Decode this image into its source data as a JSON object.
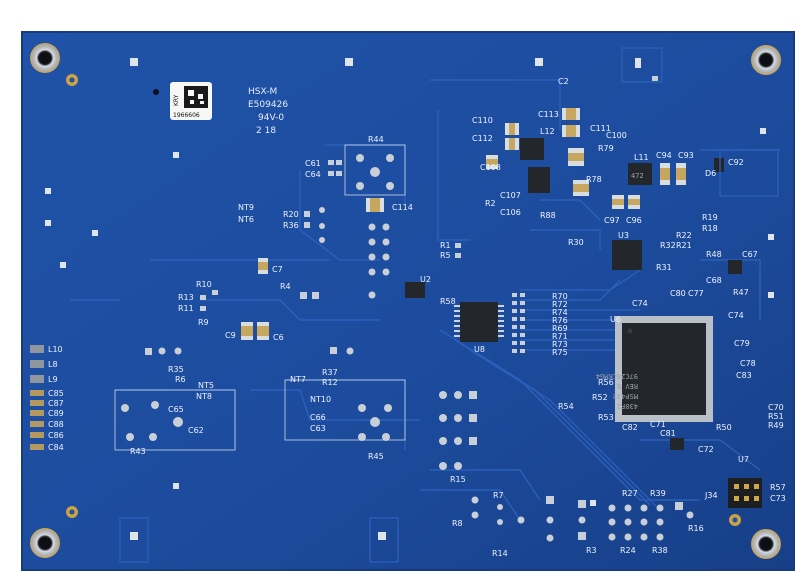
{
  "board": {
    "colors": {
      "background": "#ffffff",
      "soldermask": "#1f4fa3",
      "soldermask_dark": "#173f88",
      "trace": "#2a5cb6",
      "silkscreen": "#eef2fb",
      "copper_pad": "#c9cfd6",
      "gold": "#c8a446",
      "chip": "#23262b"
    },
    "markings": {
      "model": "HSX-M",
      "ul_number": "E509426",
      "flammability": "94V-0",
      "date_code": "2 18",
      "label_code": "KRY",
      "label_number": "1966606",
      "mcu_line1": "430F2",
      "mcu_line2": "MSP432",
      "mcu_line3": "REV B",
      "mcu_line4": "97C28CKMG4"
    },
    "designators": {
      "C2": "C2",
      "R44": "R44",
      "C61": "C61",
      "C64": "C64",
      "NT9": "NT9",
      "NT6": "NT6",
      "R20": "R20",
      "R36": "R36",
      "C114": "C114",
      "C7": "C7",
      "R10": "R10",
      "R4": "R4",
      "R13": "R13",
      "R11": "R11",
      "R9": "R9",
      "C9": "C9",
      "C6": "C6",
      "R1": "R1",
      "R5": "R5",
      "U2": "U2",
      "C110": "C110",
      "C112": "C112",
      "C113": "C113",
      "L12": "L12",
      "C111": "C111",
      "C100": "C100",
      "R79": "R79",
      "L11": "L11",
      "C94": "C94",
      "C93": "C93",
      "C92": "C92",
      "D6": "D6",
      "C108": "C108",
      "C107": "C107",
      "C106": "C106",
      "C97": "C97",
      "C96": "C96",
      "R19": "R19",
      "R18": "R18",
      "R22": "R22",
      "R21": "R21",
      "U3": "U3",
      "R30": "R30",
      "R32": "R32",
      "R48": "R48",
      "R31": "R31",
      "C67": "C67",
      "C68": "C68",
      "R47": "R47",
      "C74": "C74",
      "C80": "C80",
      "C77": "C77",
      "U6": "U6",
      "U8": "U8",
      "R58": "R58",
      "R70": "R70",
      "R72": "R72",
      "R74": "R74",
      "R76": "R76",
      "R69": "R69",
      "R71": "R71",
      "R73": "R73",
      "R75": "R75",
      "L10": "L10",
      "L8": "L8",
      "L9": "L9",
      "C85": "C85",
      "C87": "C87",
      "C89": "C89",
      "C88": "C88",
      "C86": "C86",
      "C84": "C84",
      "R35": "R35",
      "R6": "R6",
      "NT5": "NT5",
      "NT8": "NT8",
      "C65": "C65",
      "C62": "C62",
      "R43": "R43",
      "NT7": "NT7",
      "R37": "R37",
      "R12": "R12",
      "NT10": "NT10",
      "C66": "C66",
      "C63": "C63",
      "R45": "R45",
      "R15": "R15",
      "R8": "R8",
      "R7": "R7",
      "R14": "R14",
      "R27": "R27",
      "R39": "R39",
      "R16": "R16",
      "R3": "R3",
      "R24": "R24",
      "R38": "R38",
      "R54": "R54",
      "R52": "R52",
      "R53": "R53",
      "R56": "R56",
      "C79": "C79",
      "C78": "C78",
      "C83": "C83",
      "C70": "C70",
      "R51": "R51",
      "R49": "R49",
      "C71": "C71",
      "C81": "C81",
      "C72": "C72",
      "C82": "C82",
      "R50": "R50",
      "C73": "C73",
      "R57": "R57",
      "J34": "J34",
      "U7": "U7",
      "R2": "R2",
      "R78": "R78",
      "R88": "R88"
    }
  }
}
